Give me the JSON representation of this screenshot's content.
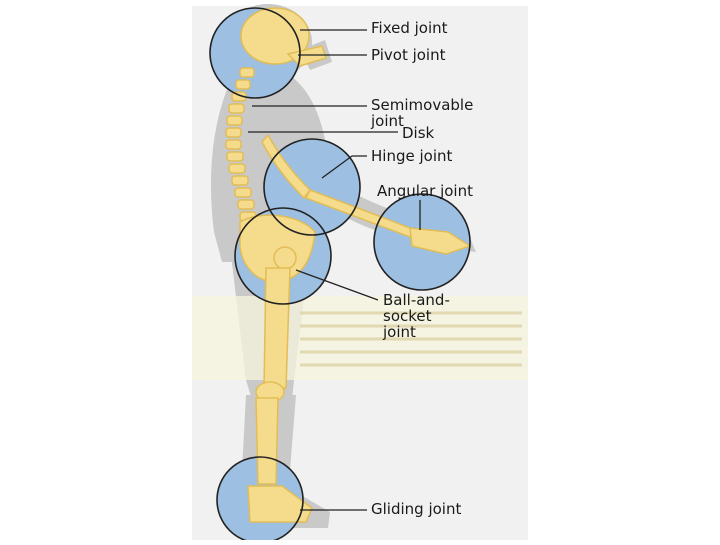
{
  "labels": {
    "fixed_joint": "Fixed joint",
    "pivot_joint": "Pivot joint",
    "semimovable_joint": "Semimovable\njoint",
    "disk": "Disk",
    "hinge_joint": "Hinge joint",
    "angular_joint": "Angular joint",
    "ball_and_socket_joint": "Ball-and-\nsocket\njoint",
    "gliding_joint": "Gliding joint"
  },
  "colors": {
    "panel_background": "#f1f1f1",
    "body_silhouette": "#c9c9c9",
    "bone": "#f4dc8c",
    "bone_shadow": "#e2bd55",
    "joint_highlight": "#9cbfe2",
    "callout_line": "#222222",
    "overlay_band": "#f6f3dc"
  }
}
